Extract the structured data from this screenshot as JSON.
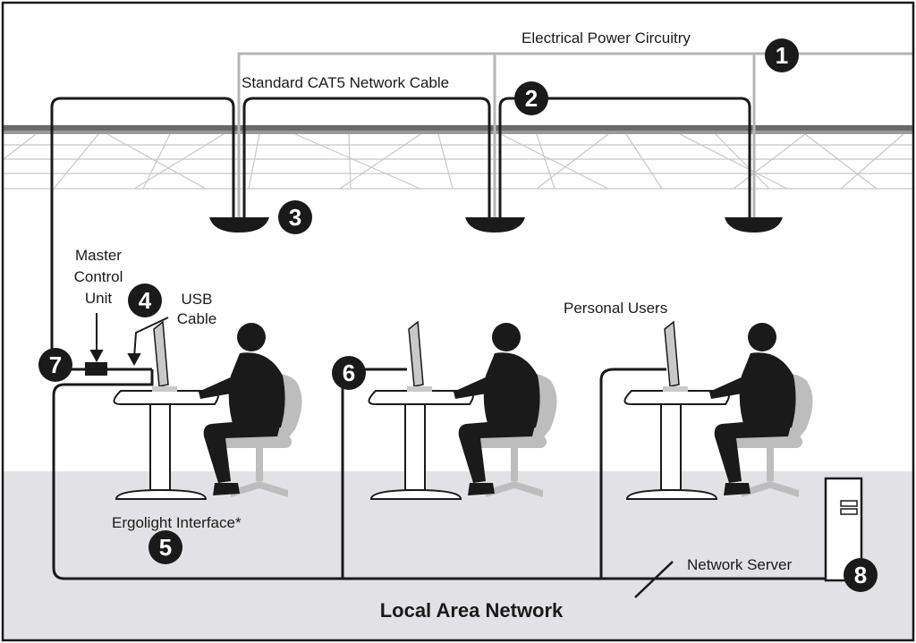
{
  "labels": {
    "power": "Electrical Power Circuitry",
    "cat5": "Standard CAT5 Network Cable",
    "master_1": "Master",
    "master_2": "Control",
    "master_3": "Unit",
    "usb_1": "USB",
    "usb_2": "Cable",
    "personal": "Personal Users",
    "ergolight": "Ergolight Interface*",
    "server": "Network Server",
    "lan": "Local Area Network"
  },
  "badges": [
    "1",
    "2",
    "3",
    "4",
    "5",
    "6",
    "7",
    "8"
  ],
  "colors": {
    "ink": "#1a1a1a",
    "power_line": "#b5b5b5",
    "floor": "#e2e2e4",
    "ceiling_grid": "#c8c8c8",
    "chair": "#bdbdbd",
    "monitor": "#c9c9c9"
  }
}
